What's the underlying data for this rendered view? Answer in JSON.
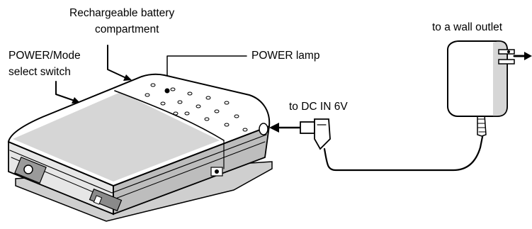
{
  "labels": {
    "battery_line1": "Rechargeable battery",
    "battery_line2": "compartment",
    "power_mode_line1": "POWER/Mode",
    "power_mode_line2": "select switch",
    "power_lamp": "POWER lamp",
    "dc_in": "to DC IN 6V",
    "wall_outlet": "to a wall  outlet"
  },
  "colors": {
    "ink": "#000000",
    "case_light": "#ffffff",
    "case_shaded": "#d9d9d9",
    "case_dark": "#9a9a9a"
  }
}
